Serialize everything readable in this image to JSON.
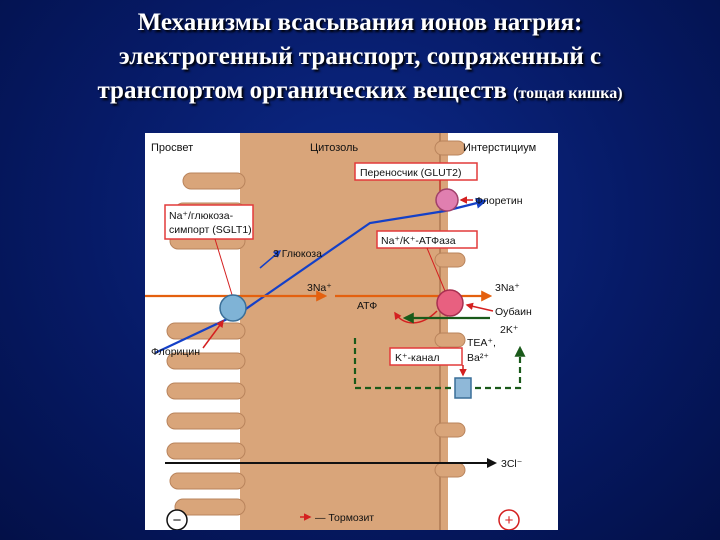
{
  "slide": {
    "title_line1": "Механизмы всасывания ионов натрия:",
    "title_line2": "электрогенный транспорт, сопряженный с",
    "title_line3": "транспортом органических веществ",
    "title_note": "(тощая кишка)"
  },
  "figure": {
    "compartments": {
      "lumen": "Просвет",
      "cytosol": "Цитозоль",
      "interstitium": "Интерстициум"
    },
    "sglt1_label_line1": "Na⁺/глюкоза-",
    "sglt1_label_line2": "симпорт (SGLT1)",
    "glut2_label": "Переносчик (GLUT2)",
    "atpase_label": "Na⁺/K⁺-АТФаза",
    "kchannel_label": "K⁺-канал",
    "flows": {
      "glucose": "3 Глюкоза",
      "sodium_in": "3Na⁺",
      "sodium_out": "3Na⁺",
      "potassium": "2K⁺",
      "chloride": "3Cl⁻",
      "atp": "АТФ"
    },
    "inhibitors": {
      "phlorizin": "Флорицин",
      "phloretin": "Флоретин",
      "ouabain": "Оубаин",
      "tea": "TEA⁺,",
      "barium": "Ba²⁺"
    },
    "legend_inhibitor": "— Тормозит",
    "charge_minus": "−",
    "charge_plus": "+"
  },
  "colors": {
    "background": "#061a66",
    "cell": "#d9a57a",
    "cell_edge": "#b9845c",
    "label_box_border": "#e23a3a",
    "glucose_arrow": "#1440c8",
    "sodium_arrow": "#e4600e",
    "potassium_arrow": "#1a5a1a",
    "sglt1": "#7fb3d6",
    "glut2": "#e07fb0",
    "atpase": "#e86080"
  }
}
